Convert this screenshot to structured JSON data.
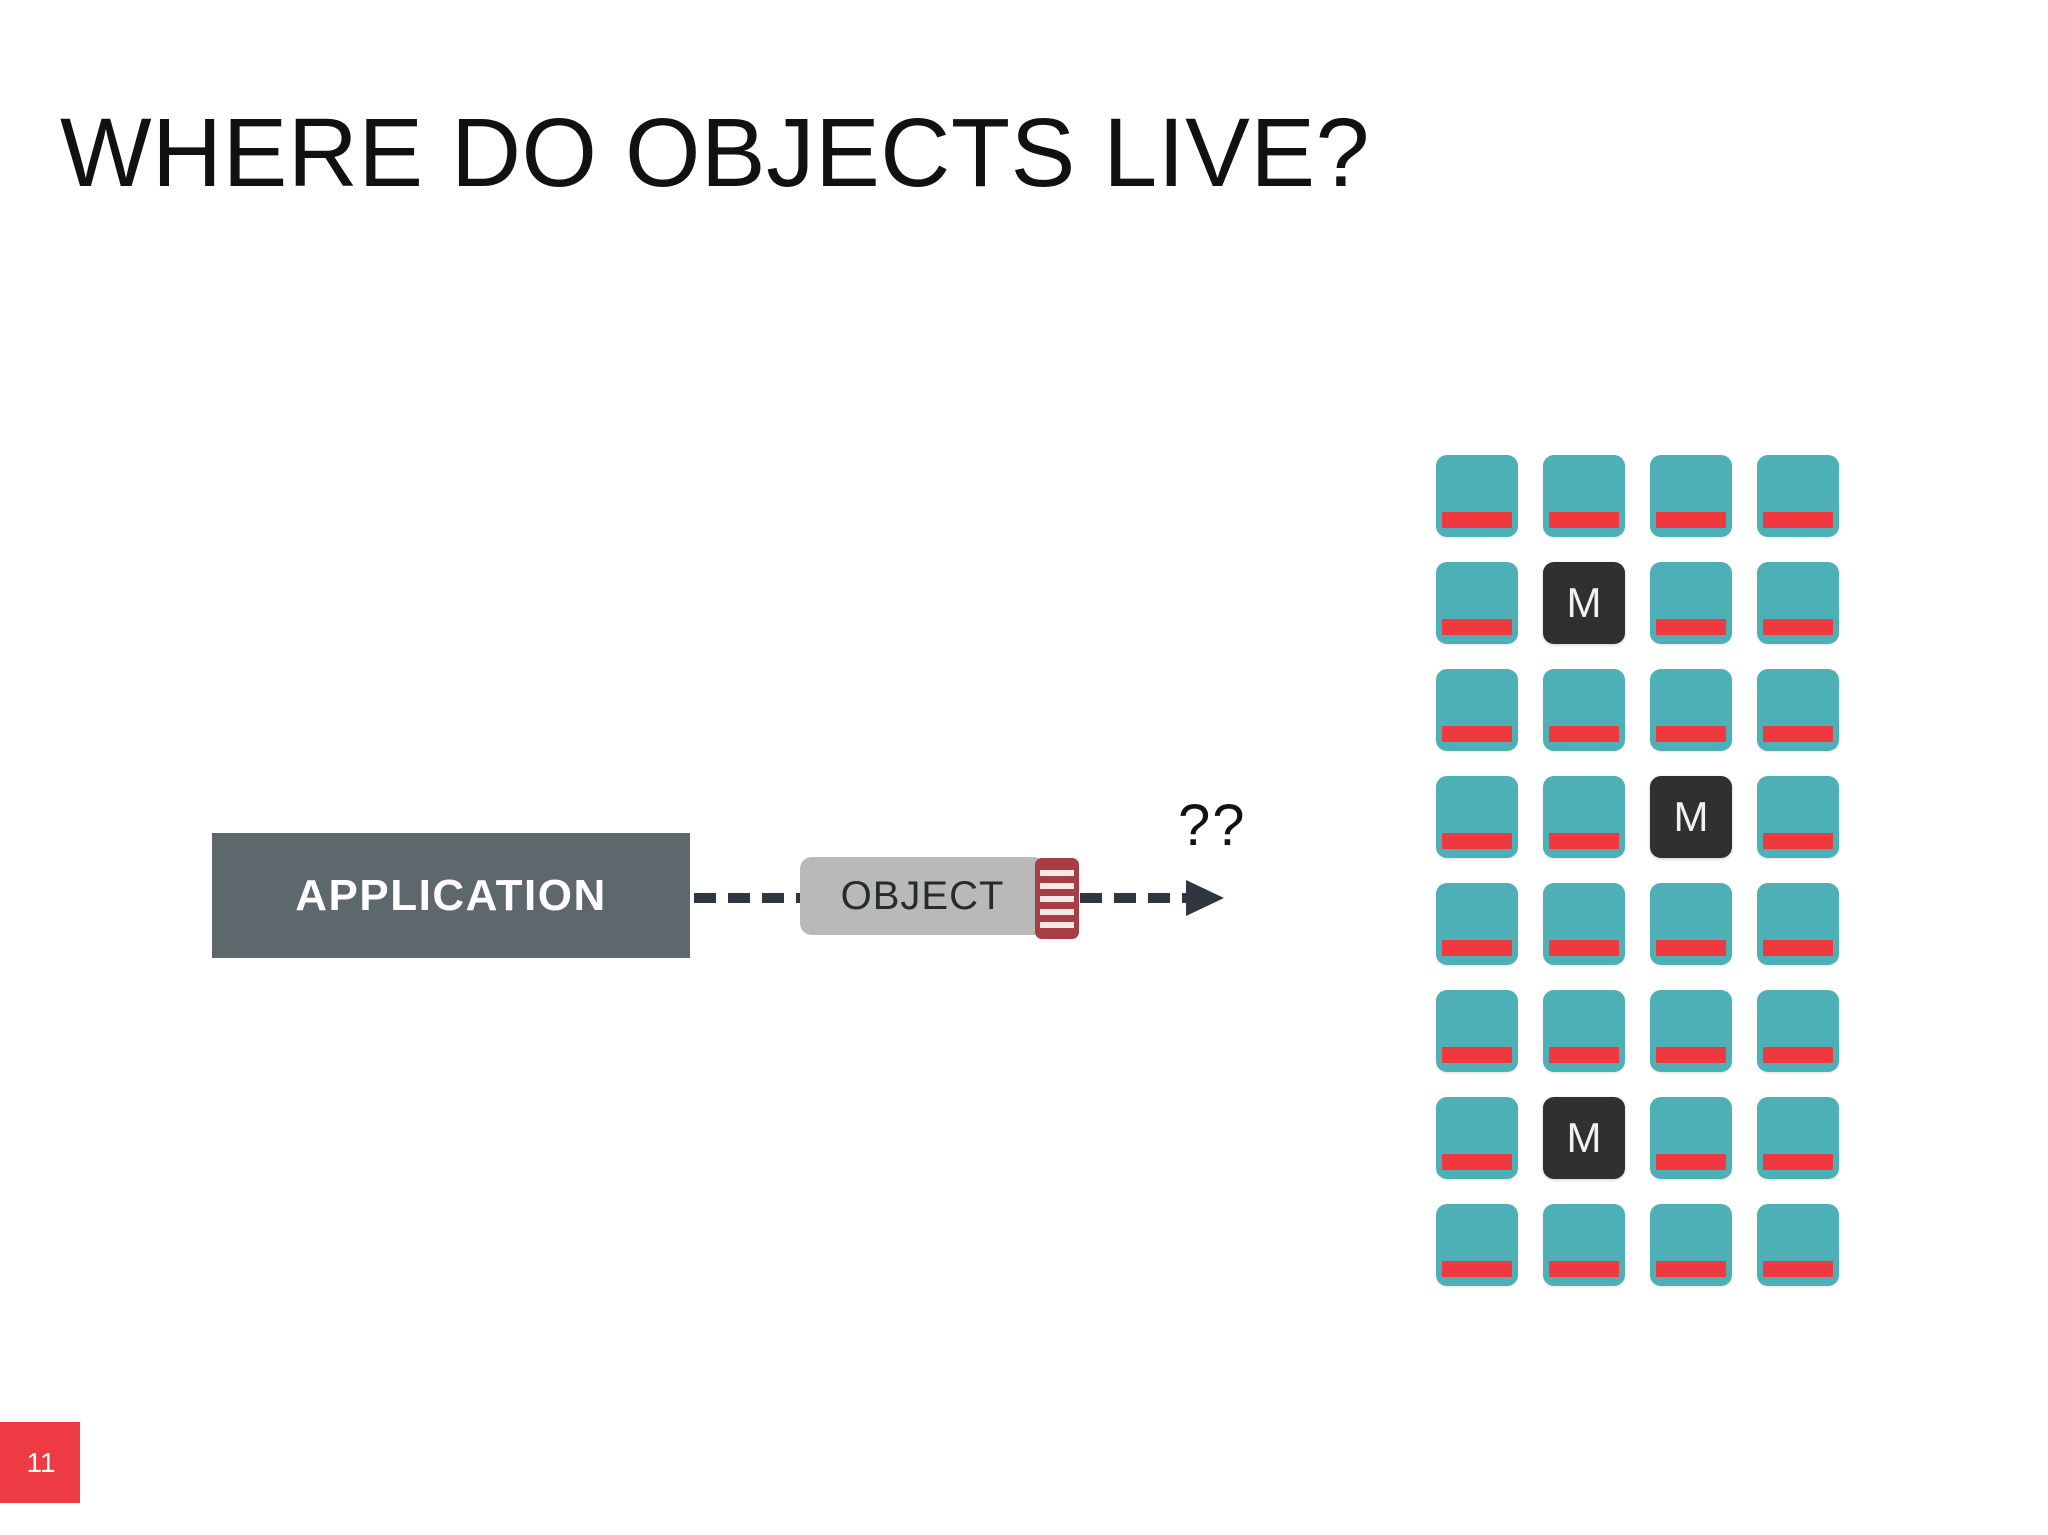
{
  "slide": {
    "title": "WHERE DO OBJECTS LIVE?",
    "page_number": "11",
    "background_color": "#ffffff"
  },
  "diagram": {
    "application": {
      "label": "APPLICATION",
      "fill_color": "#5d686c",
      "text_color": "#ffffff"
    },
    "object": {
      "label": "OBJECT",
      "fill_color": "#b9b9b9",
      "text_color": "#262b2e",
      "connector_color": "#a63d47",
      "connector_stripe_color": "#f6e9e6",
      "connector_stripe_count": 5
    },
    "flow": {
      "line_color": "#2f3640",
      "style": "dashed",
      "unknown_label": "??"
    }
  },
  "server_grid": {
    "columns": 4,
    "rows": 8,
    "server_color": "#4db0b6",
    "server_bar_color": "#f0383f",
    "memory_color": "#2e3032",
    "memory_label": "M",
    "tiles": [
      [
        "server",
        "server",
        "server",
        "server"
      ],
      [
        "server",
        "memory",
        "server",
        "server"
      ],
      [
        "server",
        "server",
        "server",
        "server"
      ],
      [
        "server",
        "server",
        "memory",
        "server"
      ],
      [
        "server",
        "server",
        "server",
        "server"
      ],
      [
        "server",
        "server",
        "server",
        "server"
      ],
      [
        "server",
        "memory",
        "server",
        "server"
      ],
      [
        "server",
        "server",
        "server",
        "server"
      ]
    ]
  },
  "badge": {
    "fill_color": "#ee3a43"
  }
}
